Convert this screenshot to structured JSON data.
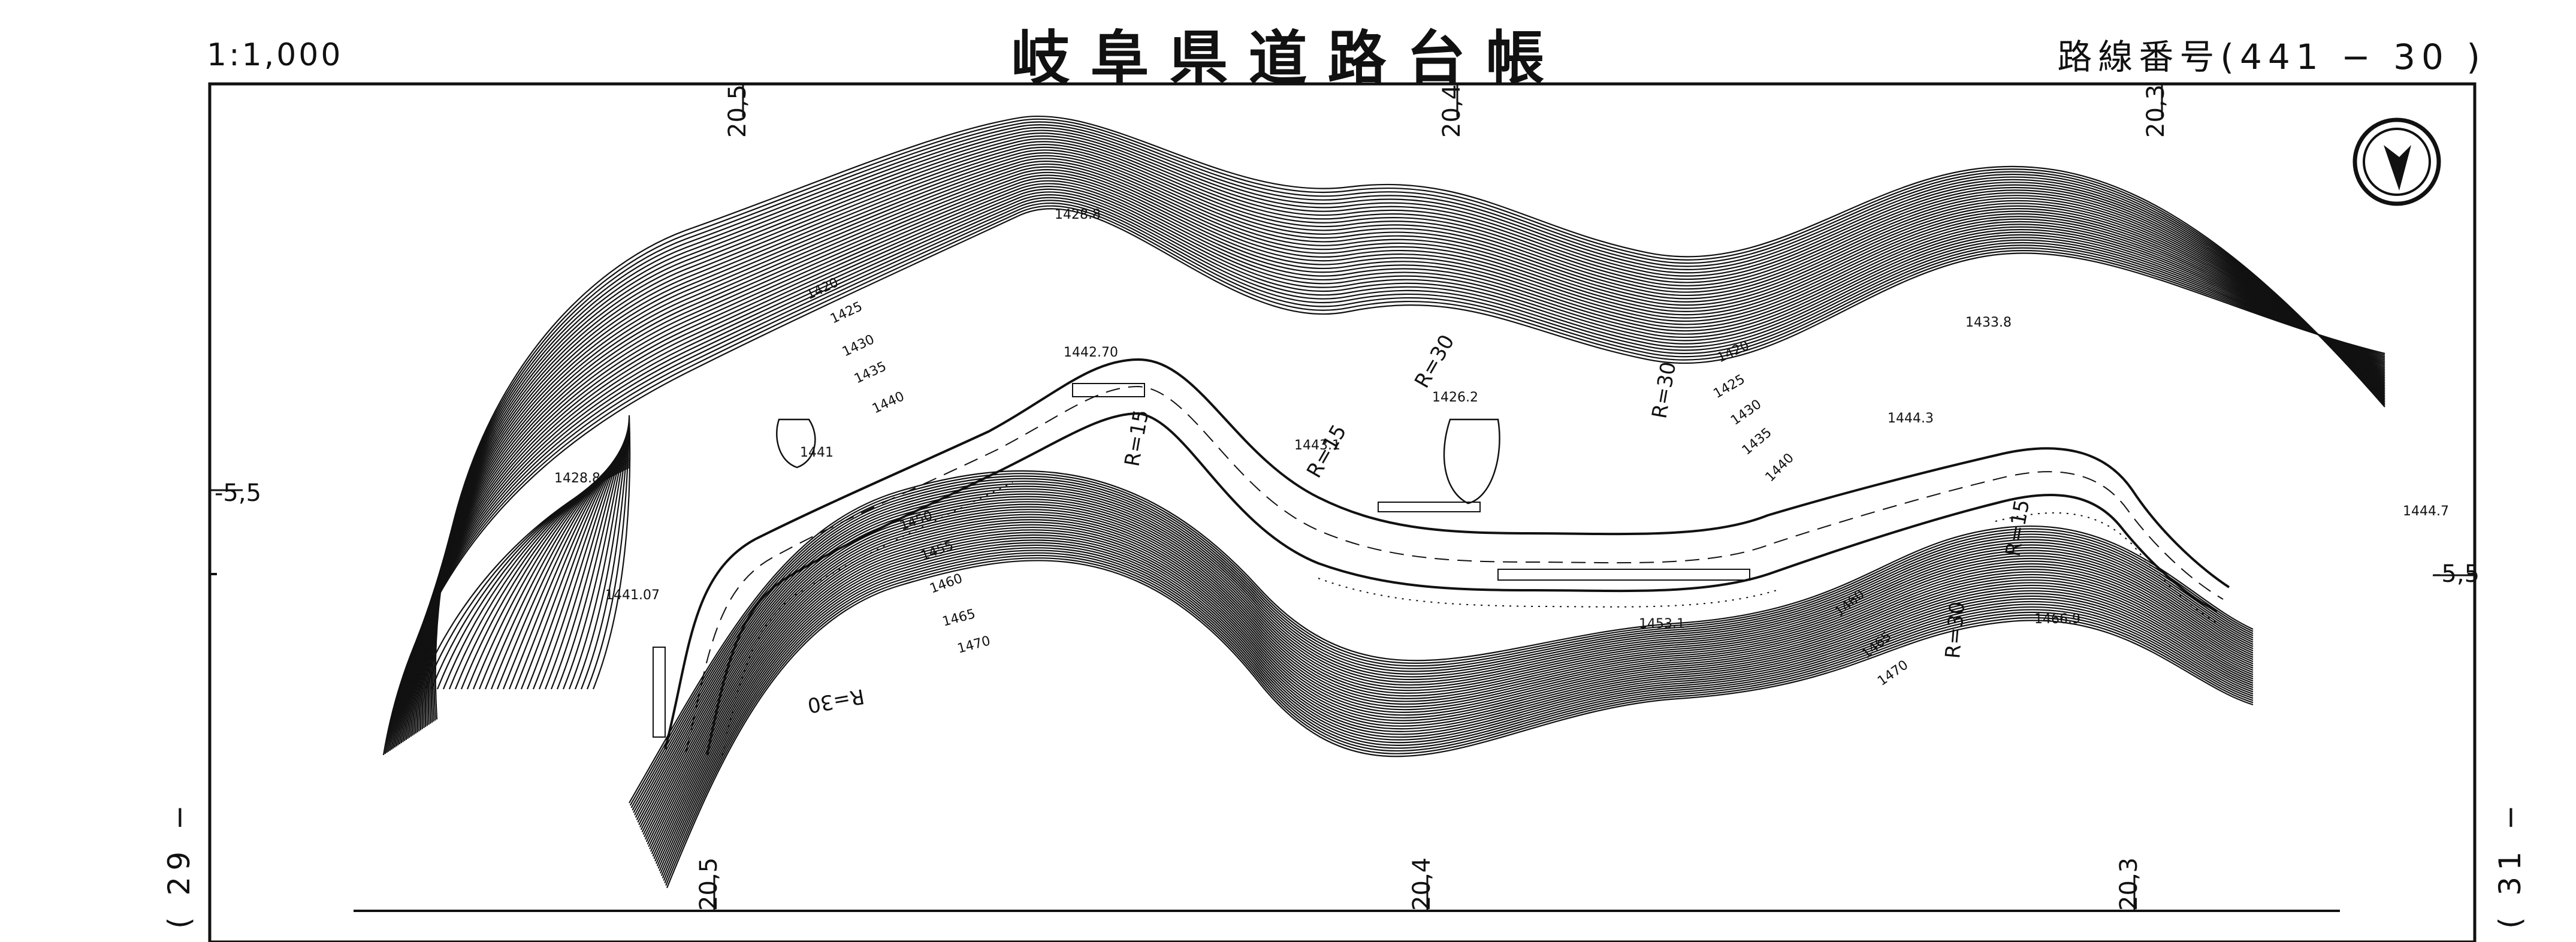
{
  "header": {
    "scale": "1:1,000",
    "title": "岐阜県道路台帳",
    "route": "路線番号(441 − 30 )"
  },
  "grid_labels": {
    "top": [
      "20,5",
      "20,4",
      "20,3"
    ],
    "bottom": [
      "20,5",
      "20,4",
      "20,3"
    ],
    "left": "-5,5",
    "right": "-5,5"
  },
  "sheet_refs": {
    "left": "( 29 −",
    "right": "( 31 −"
  },
  "map": {
    "north_arrow": "north-arrow",
    "radius_labels": [
      "R=30",
      "R=30",
      "R=30",
      "R=15",
      "R=30",
      "R=15",
      "R=15"
    ],
    "elevations": [
      "1428.8",
      "1420",
      "1425",
      "1430",
      "1435",
      "1440",
      "1441",
      "1428.8",
      "1441.07",
      "1450",
      "1455",
      "1460",
      "1465",
      "1470",
      "1442.70",
      "1443.1",
      "1426.2",
      "1453.1",
      "1420",
      "1425",
      "1430",
      "1435",
      "1440",
      "1433.8",
      "1444.3",
      "1460",
      "1465",
      "1470",
      "1466.9",
      "1444.7"
    ]
  }
}
